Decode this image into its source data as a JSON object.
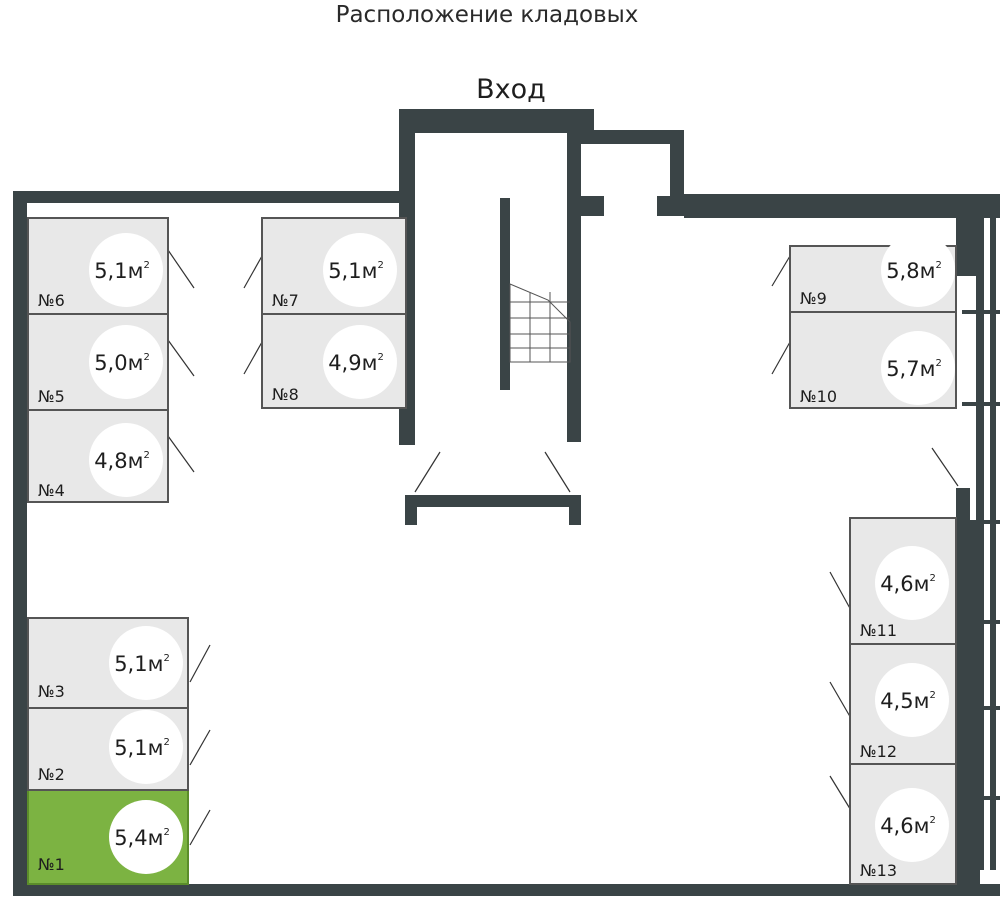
{
  "title": "Расположение кладовых",
  "entrance_label": "Вход",
  "area_unit": "м",
  "area_unit_sup": "2",
  "colors": {
    "wall": "#3a4446",
    "room_fill": "#e8e8e8",
    "room_stroke": "#3a4446",
    "selected_fill": "#7cb342",
    "selected_stroke": "#5b8d2a",
    "circle": "#ffffff",
    "text": "#1e1e1e"
  },
  "selected_room": "№1",
  "rooms": [
    {
      "id": "№1",
      "area": "5,4"
    },
    {
      "id": "№2",
      "area": "5,1"
    },
    {
      "id": "№3",
      "area": "5,1"
    },
    {
      "id": "№4",
      "area": "4,8"
    },
    {
      "id": "№5",
      "area": "5,0"
    },
    {
      "id": "№6",
      "area": "5,1"
    },
    {
      "id": "№7",
      "area": "5,1"
    },
    {
      "id": "№8",
      "area": "4,9"
    },
    {
      "id": "№9",
      "area": "5,8"
    },
    {
      "id": "№10",
      "area": "5,7"
    },
    {
      "id": "№11",
      "area": "4,6"
    },
    {
      "id": "№12",
      "area": "4,5"
    },
    {
      "id": "№13",
      "area": "4,6"
    }
  ]
}
